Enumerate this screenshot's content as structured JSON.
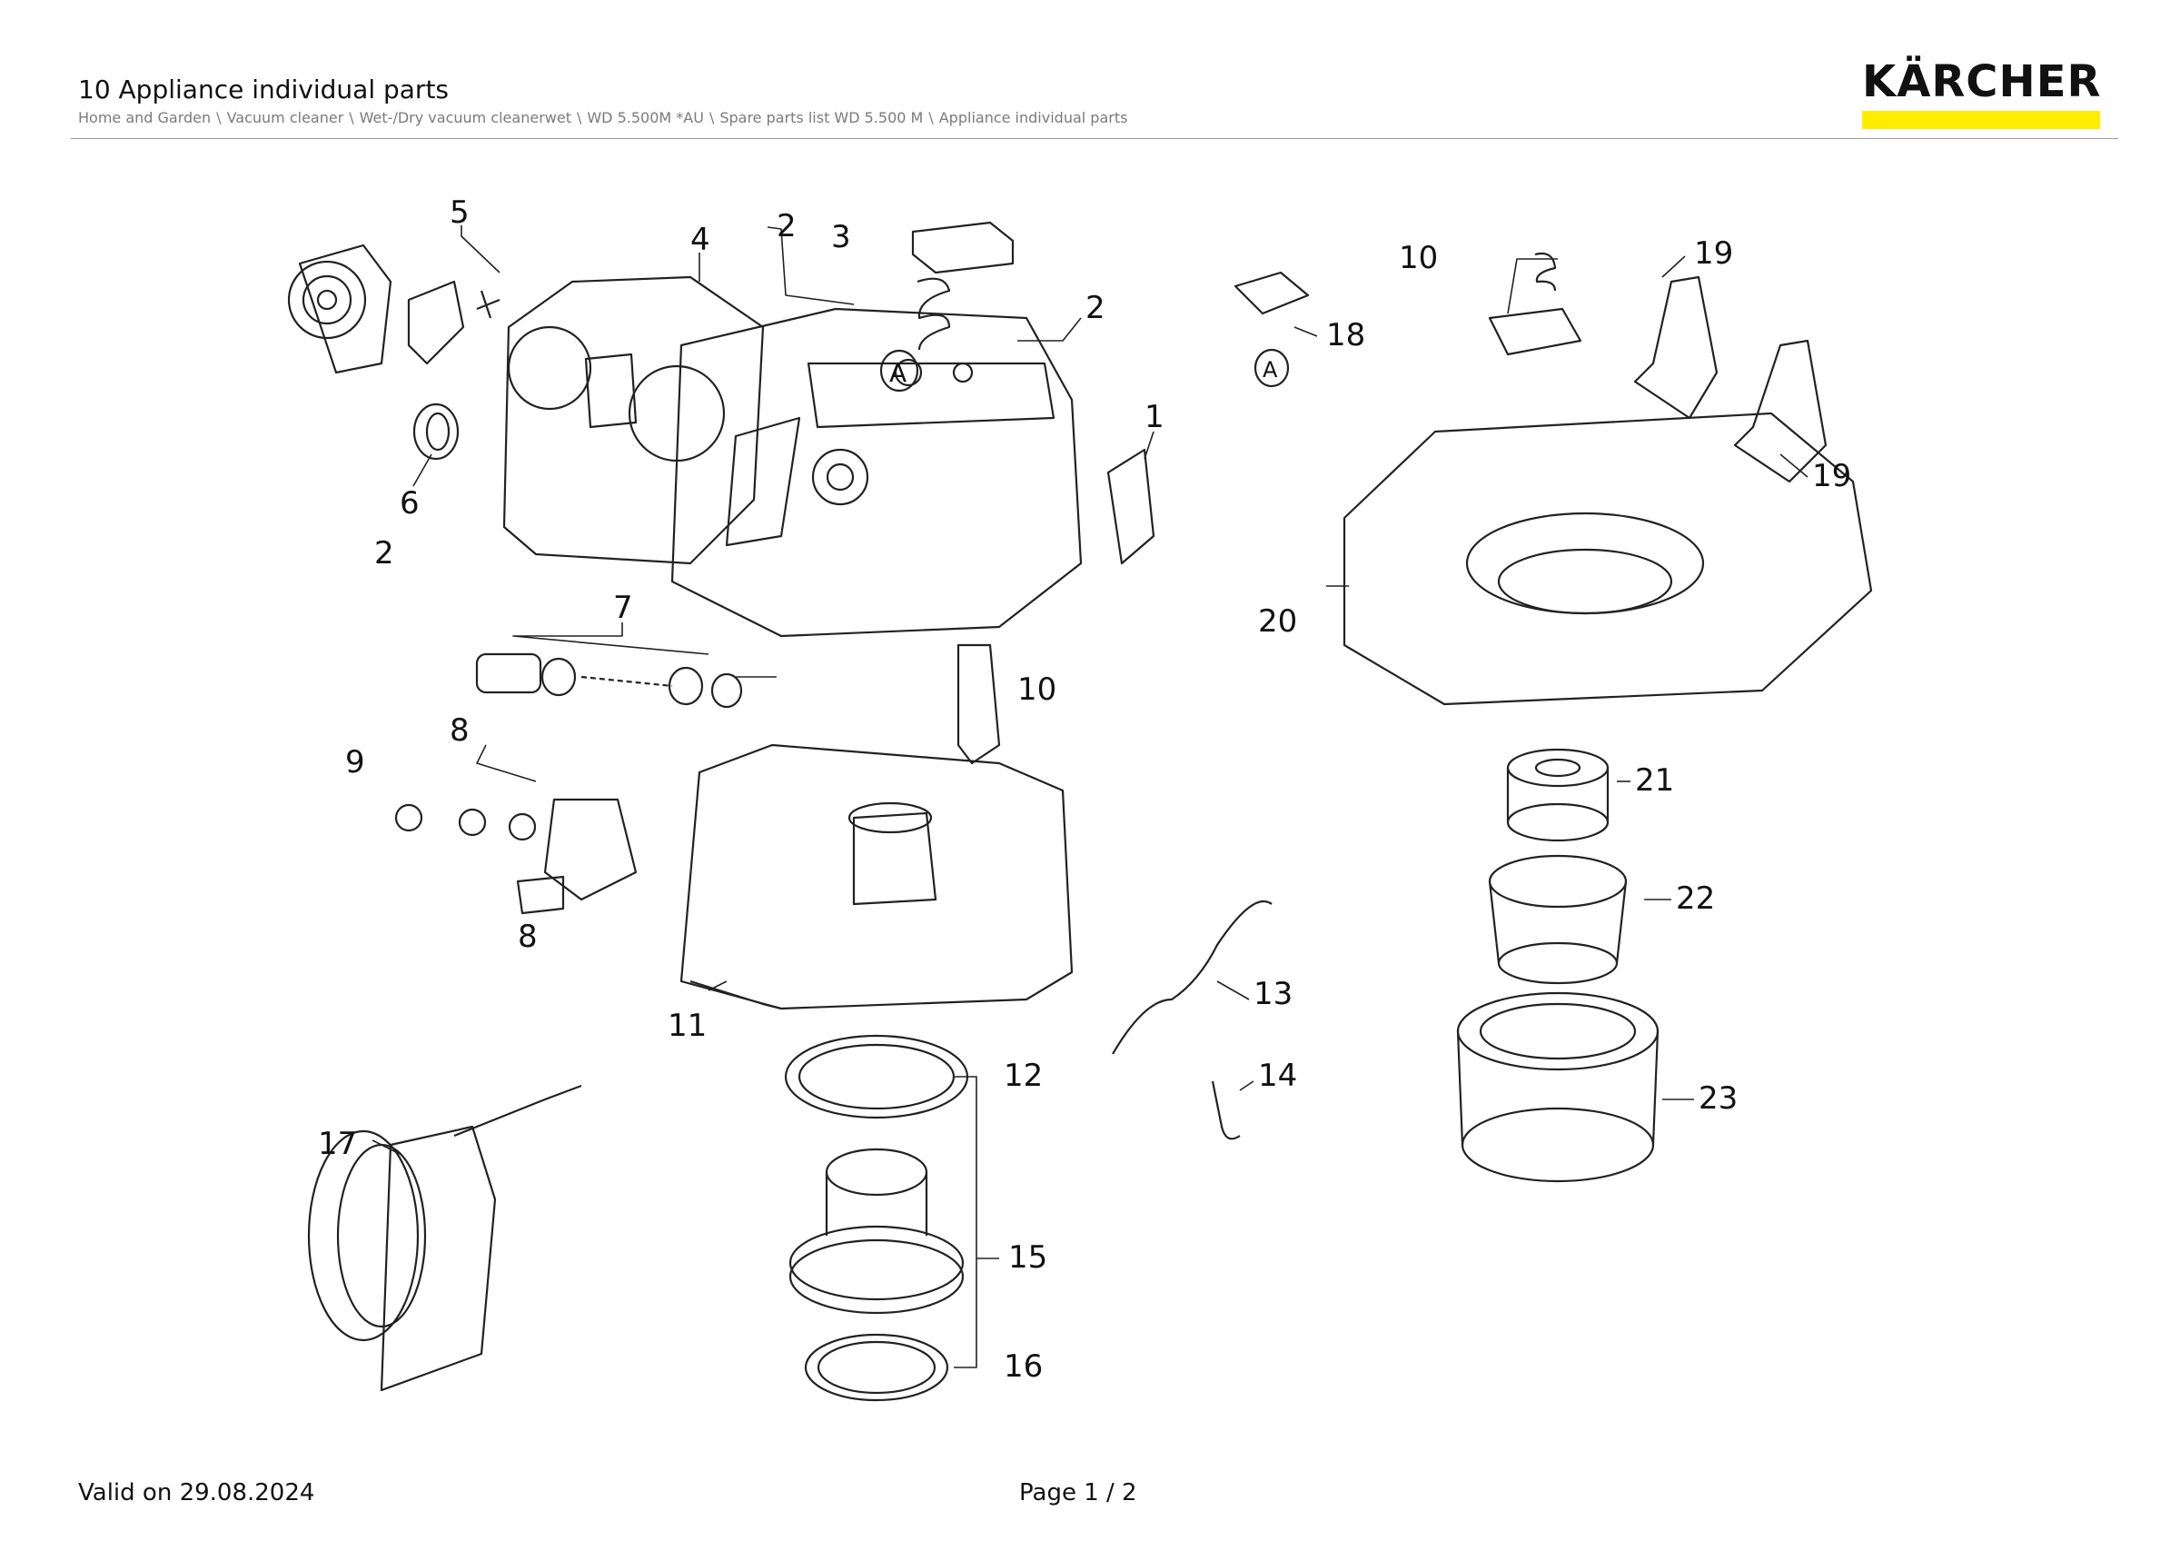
{
  "header": {
    "title": "10 Appliance individual parts",
    "breadcrumb": [
      "Home and Garden",
      "Vacuum cleaner",
      "Wet-/Dry vacuum cleanerwet",
      "WD 5.500M *AU",
      "Spare parts list WD 5.500 M",
      "Appliance individual parts"
    ],
    "breadcrumb_separator": "\\",
    "logo": "KÄRCHER",
    "brand_yellow": "#ffed00"
  },
  "diagram": {
    "callouts": [
      "1",
      "2",
      "2",
      "2",
      "3",
      "4",
      "5",
      "6",
      "7",
      "8",
      "8",
      "9",
      "10",
      "10",
      "11",
      "12",
      "13",
      "14",
      "15",
      "16",
      "17",
      "18",
      "19",
      "19",
      "20",
      "21",
      "22",
      "23",
      "A",
      "A"
    ]
  },
  "footer": {
    "valid": "Valid on 29.08.2024",
    "page": "Page 1 / 2"
  }
}
